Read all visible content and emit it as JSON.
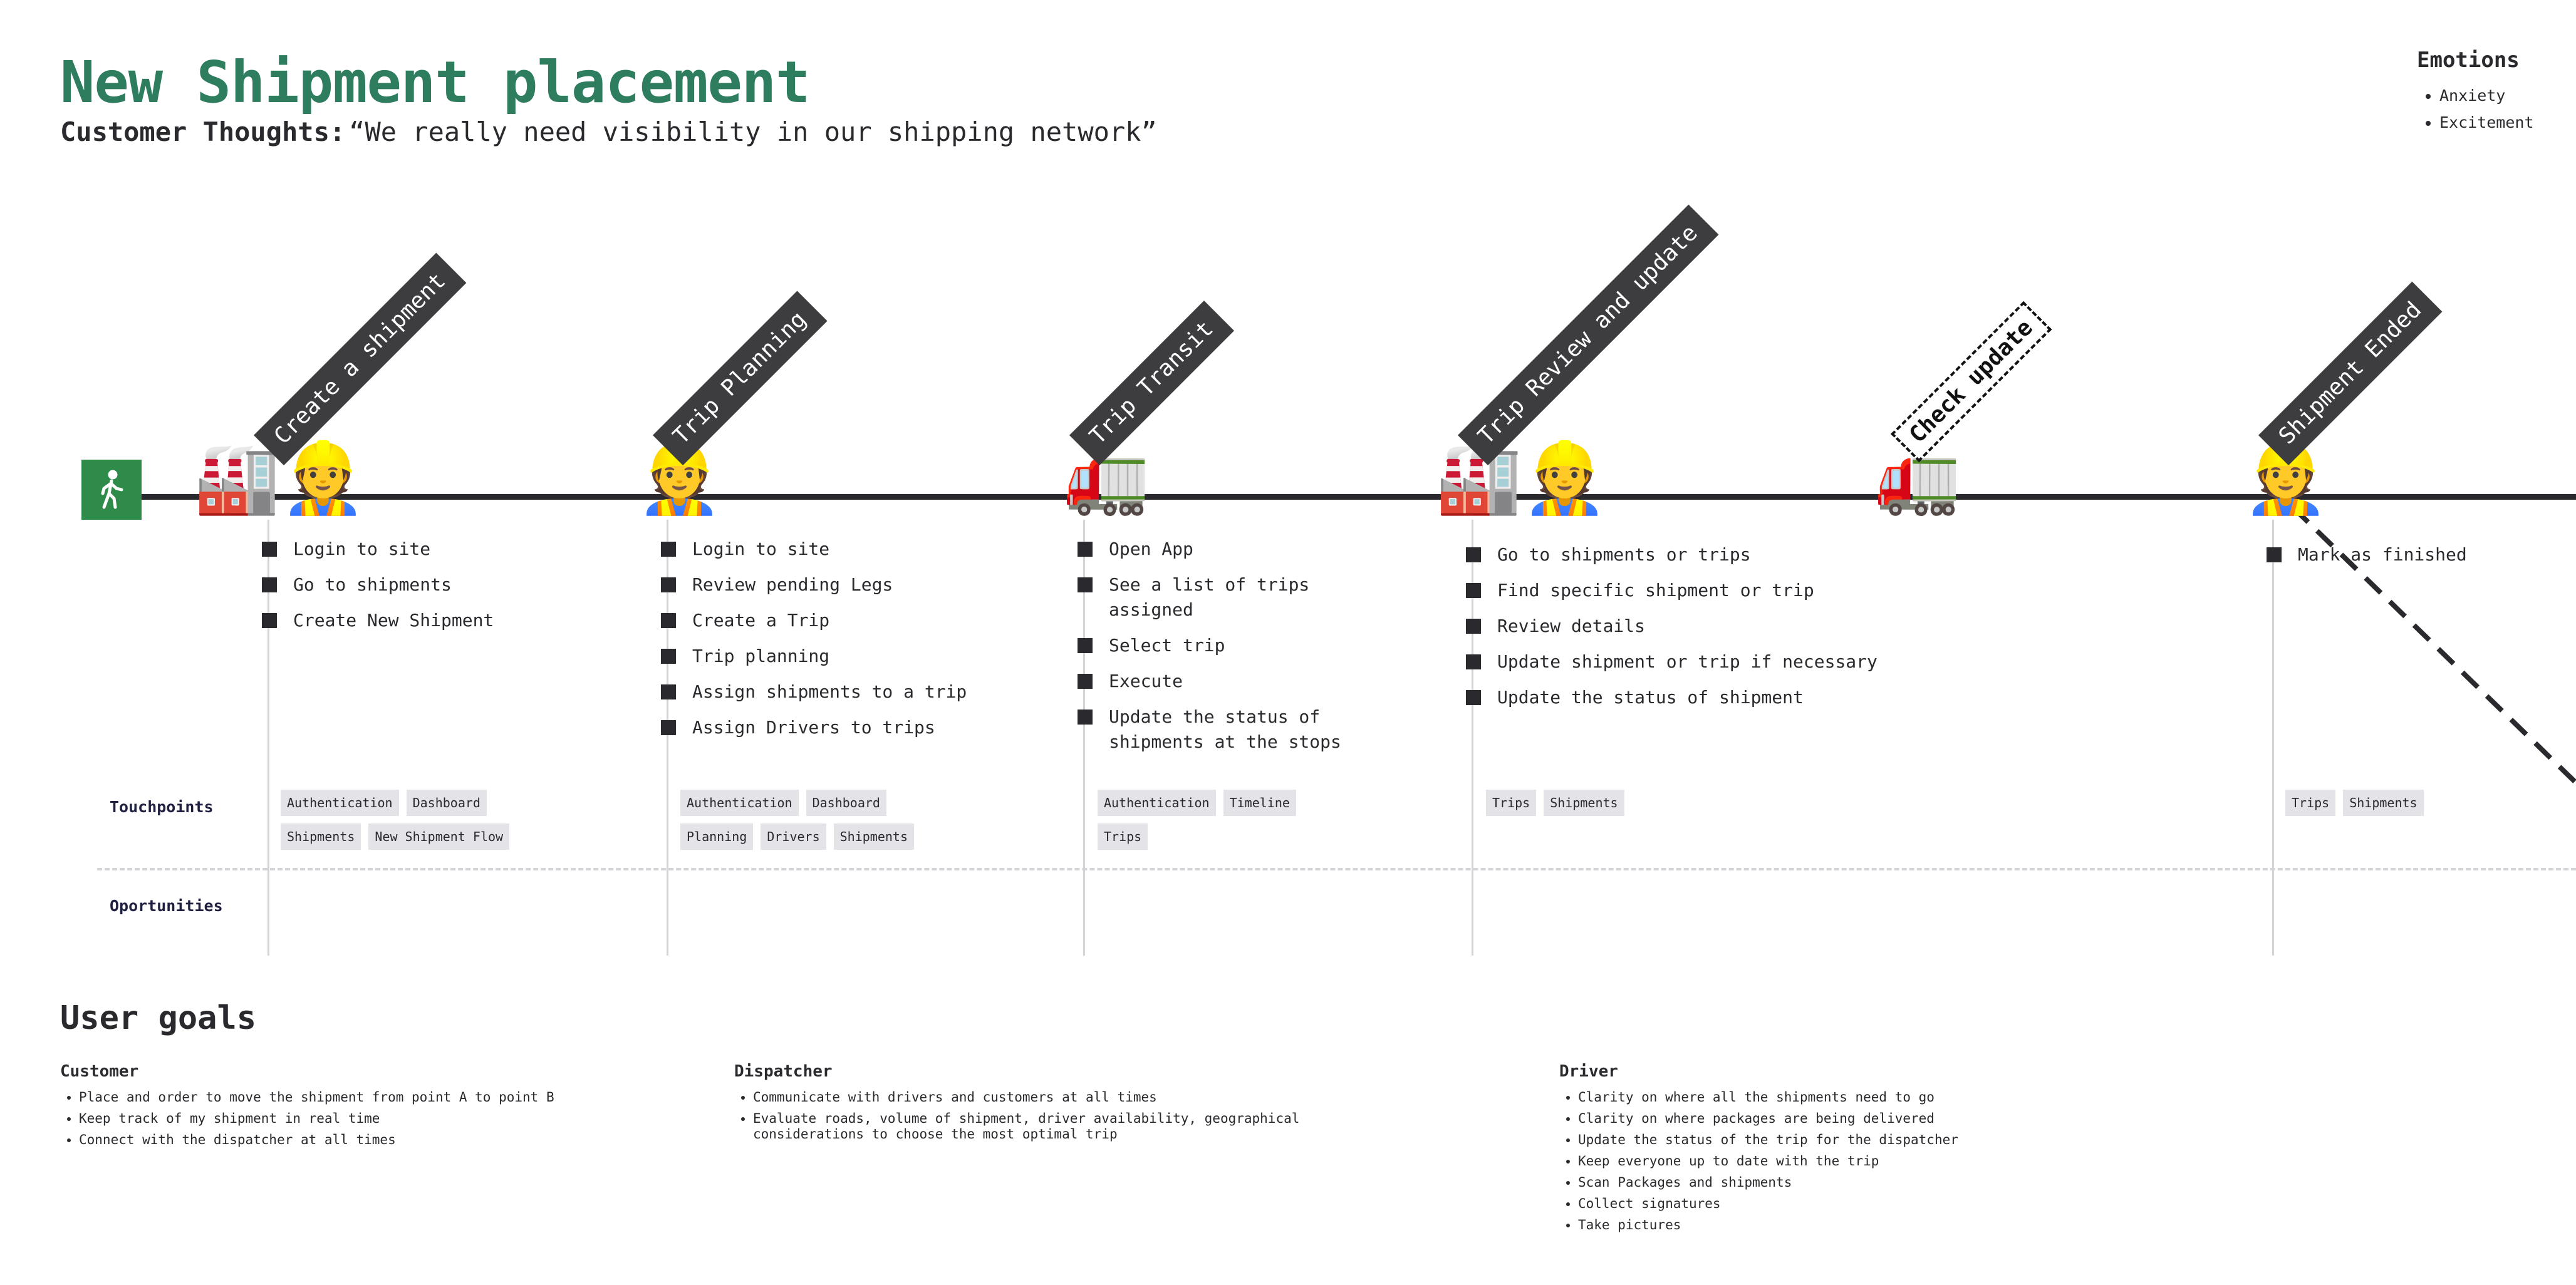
{
  "header": {
    "title": "New Shipment placement",
    "thoughts_label": "Customer Thoughts:",
    "thoughts_quote": "“We really need visibility in our shipping network”"
  },
  "emotions": {
    "title": "Emotions",
    "items": [
      "Anxiety",
      "Excitement"
    ]
  },
  "colors": {
    "title": "#2e7d5e",
    "start_button": "#2e8b4a",
    "stage_label_bg": "#3d3d40",
    "timeline": "#2a2a2e",
    "tag_bg": "#e4e4e8"
  },
  "start_button": {
    "icon": "walking-person-icon"
  },
  "stages": [
    {
      "label": "Create a shipment",
      "icons": "🏭👷",
      "steps": [
        "Login to site",
        "Go to shipments",
        "Create New Shipment"
      ],
      "touchpoints": [
        "Authentication",
        "Dashboard",
        "Shipments",
        "New Shipment Flow"
      ]
    },
    {
      "label": "Trip Planning",
      "icons": "👷",
      "steps": [
        "Login to site",
        "Review pending Legs",
        "Create a Trip",
        "Trip planning",
        "Assign shipments to a trip",
        "Assign Drivers to trips"
      ],
      "touchpoints": [
        "Authentication",
        "Dashboard",
        "Planning",
        "Drivers",
        "Shipments"
      ]
    },
    {
      "label": "Trip Transit",
      "icons": "🚛",
      "steps": [
        "Open App",
        "See a list of trips assigned",
        "Select trip",
        "Execute",
        "Update the status of shipments at the stops"
      ],
      "touchpoints": [
        "Authentication",
        "Timeline",
        "Trips"
      ]
    },
    {
      "label": "Trip Review and update",
      "icons": "🏭👷",
      "steps": [
        "Go to shipments or trips",
        "Find specific shipment or trip",
        "Review details",
        "Update shipment or trip if necessary",
        "Update the status of shipment"
      ],
      "touchpoints": [
        "Trips",
        "Shipments"
      ]
    },
    {
      "label": "Check update",
      "icons": "🚛",
      "steps": [],
      "touchpoints": []
    },
    {
      "label": "Shipment Ended",
      "icons": "👷",
      "steps": [
        "Mark as finished"
      ],
      "touchpoints": [
        "Trips",
        "Shipments"
      ]
    }
  ],
  "rows": {
    "touchpoints": "Touchpoints",
    "opportunities": "Oportunities"
  },
  "user_goals": {
    "title": "User goals",
    "groups": [
      {
        "title": "Customer",
        "items": [
          "Place and order to move the shipment from point A to point B",
          "Keep track of my shipment in real time",
          "Connect with the dispatcher at all times"
        ]
      },
      {
        "title": "Dispatcher",
        "items": [
          "Communicate with drivers and customers at all times",
          "Evaluate roads, volume of shipment, driver availability, geographical considerations to choose the most optimal trip"
        ]
      },
      {
        "title": "Driver",
        "items": [
          "Clarity on where all the shipments need to go",
          "Clarity on where packages are being delivered",
          "Update the status of the trip for the dispatcher",
          "Keep everyone up to date with the trip",
          "Scan Packages and shipments",
          "Collect signatures",
          "Take pictures"
        ]
      }
    ]
  }
}
